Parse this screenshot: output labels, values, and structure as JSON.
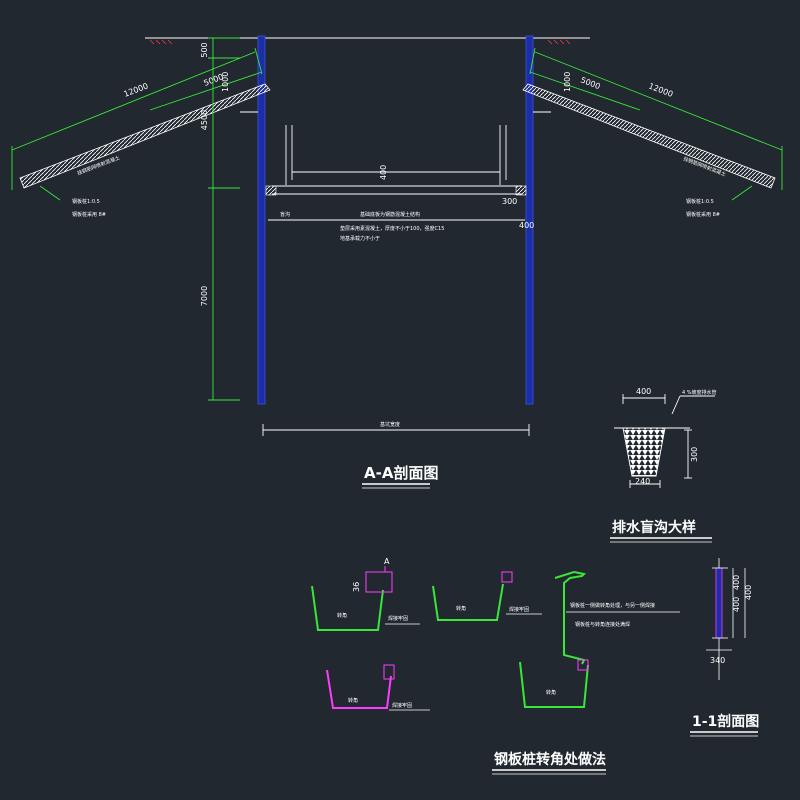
{
  "titles": {
    "aa": "A-A剖面图",
    "drain": "排水盲沟大样",
    "s11": "1-1剖面图",
    "corner": "钢板桩转角处做法"
  },
  "dims": {
    "d12000": "12000",
    "d5000": "5000",
    "d500": "500",
    "d4500": "4500",
    "d7000": "7000",
    "d400": "400",
    "d300": "300",
    "d240": "240",
    "d340": "340",
    "d300b": "300",
    "d400b": "400",
    "d36": "36",
    "d1000": "1000",
    "d1000b": "1000",
    "s400a": "400",
    "s400b": "400",
    "s400c": "400",
    "bottom_width": "基坑宽度",
    "label_A": "A"
  },
  "notes": {
    "slope_left": "挂钢筋网喷射混凝土",
    "slope_right": "挂钢筋网喷射混凝土",
    "steel_left": "钢板桩1:0.5",
    "steel_left2": "钢板桩采用 8#",
    "steel_right": "钢板桩1:0.5",
    "steel_right2": "钢板桩采用 8#",
    "floor1": "基础底板为钢筋混凝土结构",
    "floor2": "垫层采用素混凝土，厚度不小于100，强度C15",
    "floor3": "地基承载力不小于",
    "drain_label": "盲沟",
    "drain_note": "4 %坡度排水管",
    "corner1": "转角",
    "corner2": "转角",
    "corner3": "转角",
    "corner4": "转角",
    "c_note1": "焊接牢固",
    "c_note2": "焊接牢固",
    "c_note3": "焊接牢固",
    "c_note4a": "钢板桩一侧做转角处理，与另一侧焊接",
    "c_note4b": "钢板桩与转角连接处满焊"
  }
}
